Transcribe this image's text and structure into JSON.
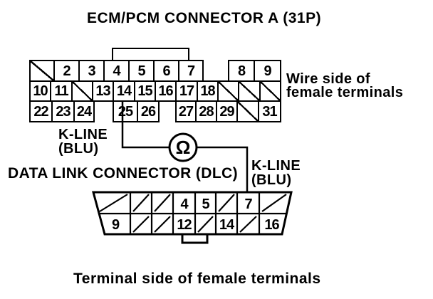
{
  "page": {
    "background": "#ffffff",
    "ink": "#000000"
  },
  "title": "ECM/PCM CONNECTOR A (31P)",
  "ecm_connector": {
    "hatch_marker": "/",
    "pins": {
      "row1_left": [
        "/",
        "2",
        "3",
        "4",
        "5",
        "6",
        "7"
      ],
      "row1_right": [
        "8",
        "9"
      ],
      "row2": [
        "10",
        "11",
        "/",
        "13",
        "14",
        "15",
        "16",
        "17",
        "18",
        "/",
        "/",
        "/"
      ],
      "row3_a": [
        "22",
        "23",
        "24"
      ],
      "row3_b": [
        "25",
        "26"
      ],
      "row3_c": [
        "27",
        "28",
        "29",
        "/",
        "31"
      ]
    },
    "side_note": [
      "Wire side of",
      "female terminals"
    ]
  },
  "wire": {
    "label_ecm": [
      "K-LINE",
      "(BLU)"
    ],
    "label_dlc": [
      "K-LINE",
      "(BLU)"
    ],
    "color_code": "BLU"
  },
  "meter": {
    "symbol": "Ω"
  },
  "dlc_connector": {
    "title": "DATA LINK CONNECTOR (DLC)",
    "pins": {
      "row_top": [
        "/",
        "/",
        "/",
        "4",
        "5",
        "/",
        "7",
        "/"
      ],
      "row_bottom": [
        "9",
        "/",
        "/",
        "12",
        "/",
        "14",
        "/",
        "16"
      ]
    }
  },
  "bottom_note": "Terminal side of female terminals"
}
